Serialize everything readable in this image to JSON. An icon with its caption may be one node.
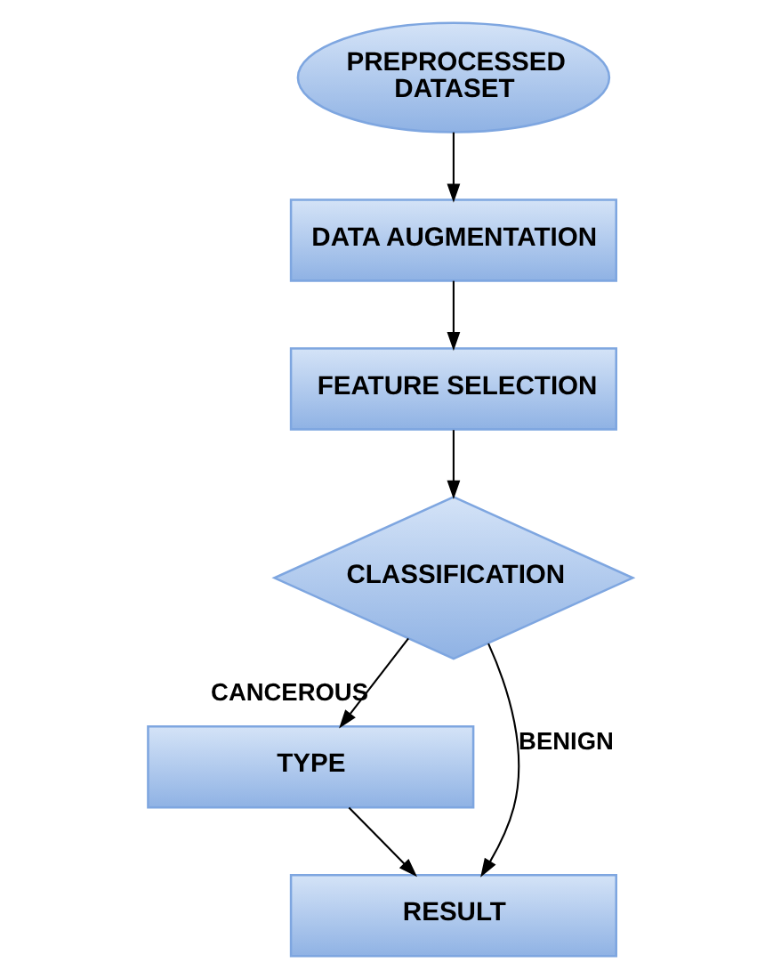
{
  "diagram": {
    "nodes": [
      {
        "text": [
          "PREPROCESSED DATASET"
        ]
      },
      {
        "text": [
          "DATA AUGMENTATION"
        ]
      },
      {
        "text": [
          "FEATURE SELECTION"
        ]
      },
      {
        "text": [
          "CLASSIFICATION"
        ]
      },
      {
        "text": [
          "TYPE"
        ]
      },
      {
        "text": [
          "RESULT"
        ]
      }
    ],
    "edges": [
      {
        "from": 0,
        "to": 1,
        "arrow": "to"
      },
      {
        "from": 1,
        "to": 2,
        "arrow": "to"
      },
      {
        "from": 2,
        "to": 3,
        "arrow": "to"
      },
      {
        "from": 3,
        "to": 4,
        "arrow": "to",
        "label": "CANCEROUS"
      },
      {
        "from": 3,
        "to": 5,
        "arrow": "to",
        "label": "BENIGN"
      },
      {
        "from": 4,
        "to": 5,
        "arrow": "to"
      }
    ]
  }
}
